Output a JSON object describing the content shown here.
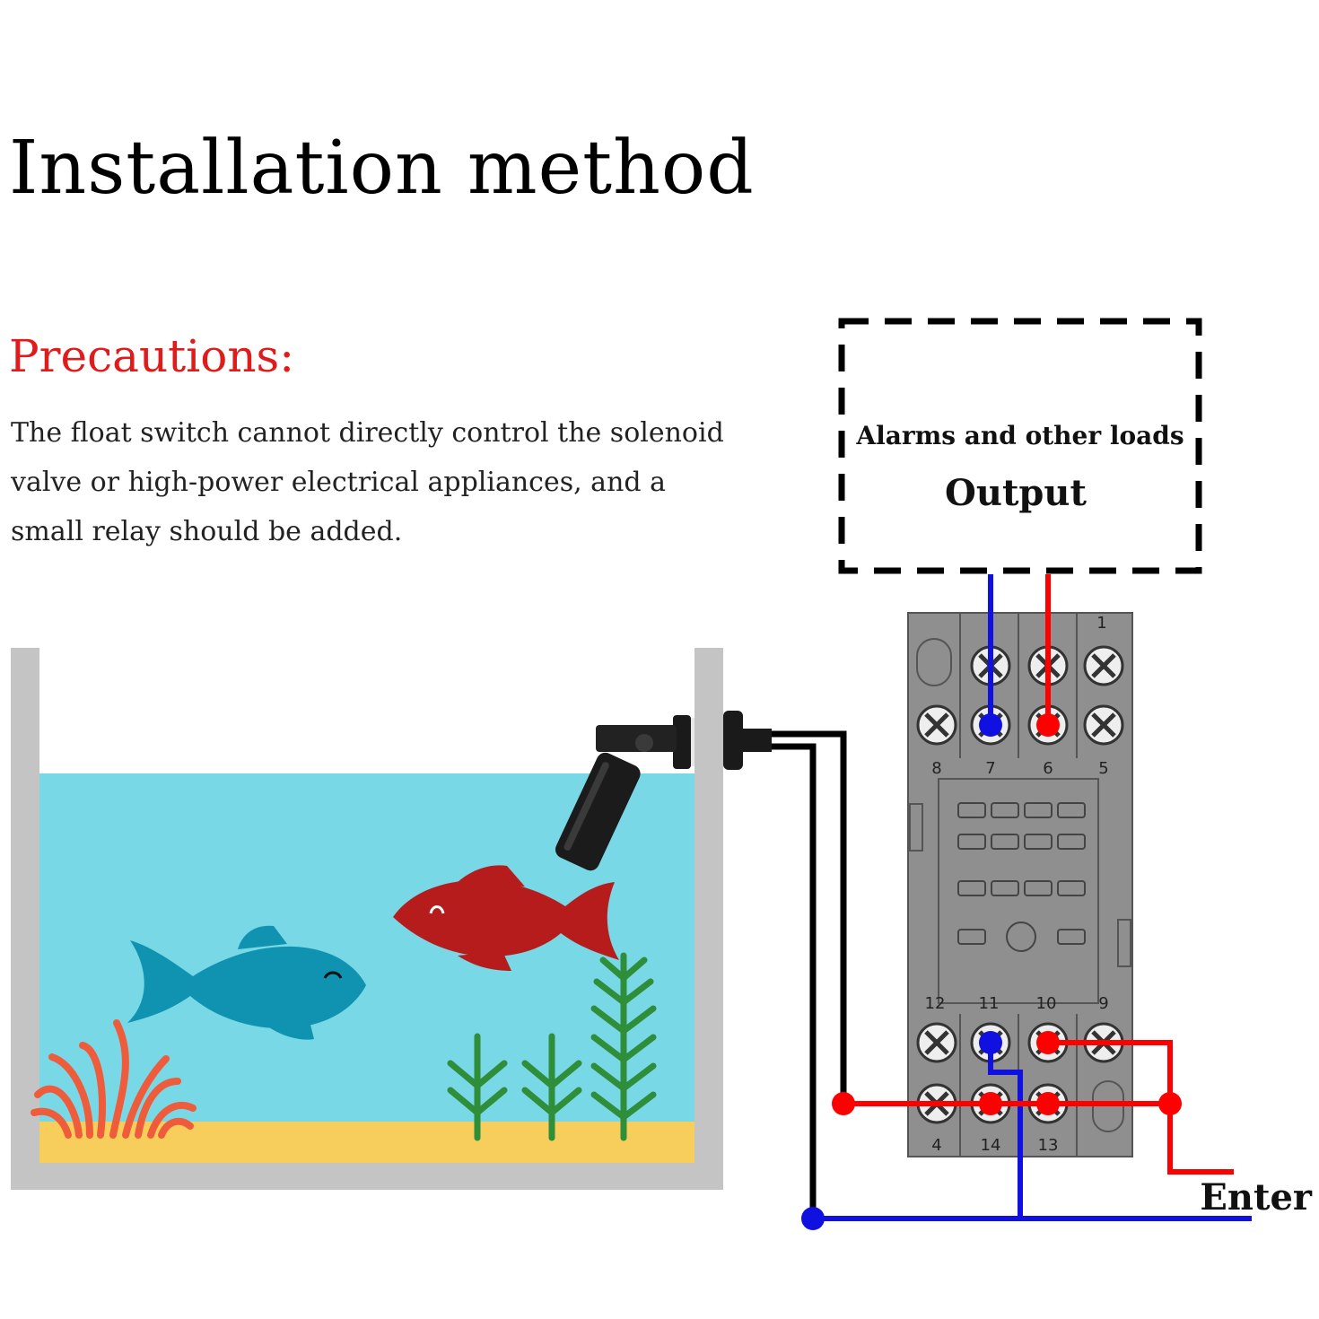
{
  "title": "Installation method",
  "precautions": {
    "heading": "Precautions:",
    "lines": [
      "The float switch cannot directly control the solenoid",
      "valve or high-power electrical appliances, and a",
      "small relay should be added."
    ]
  },
  "output_box": {
    "caption": "Alarms and other loads",
    "label": "Output"
  },
  "input_label": "Enter",
  "relay_terminals": {
    "top_row": [
      "1",
      "5",
      "6",
      "7",
      "8"
    ],
    "bottom_row": [
      "12",
      "11",
      "10",
      "9",
      "4",
      "14",
      "13"
    ]
  },
  "colors": {
    "heading_red": "#e01b1b",
    "wire_red": "#ff0000",
    "wire_blue": "#1010e0",
    "wire_black": "#000000",
    "water": "#78d8e6",
    "sand": "#f7cd5c",
    "tank_wall": "#c4c4c4",
    "relay_body": "#8f8f8f",
    "fish_red": "#b71c1c",
    "fish_blue": "#0f93b0",
    "coral": "#ee5c3c",
    "plant": "#2f8e3a"
  }
}
